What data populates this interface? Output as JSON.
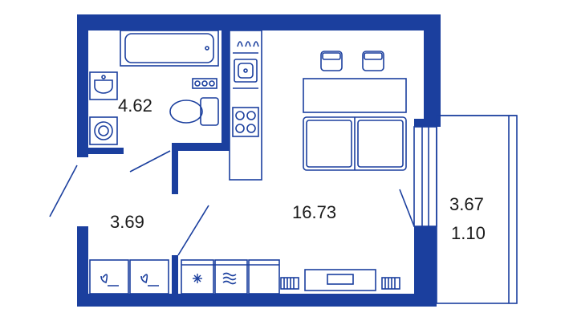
{
  "colors": {
    "wall": "#1b3f9e",
    "line": "#1b3f9e",
    "background": "#ffffff",
    "text": "#1a1a1a"
  },
  "rooms": {
    "bathroom": "4.62",
    "hall": "3.69",
    "main_room": "16.73",
    "balcony_area": "3.67",
    "balcony_coefficient": "1.10"
  },
  "icons": {
    "appliance_fridge": "snowflake-icon",
    "appliance_dryer": "wave-icon"
  }
}
